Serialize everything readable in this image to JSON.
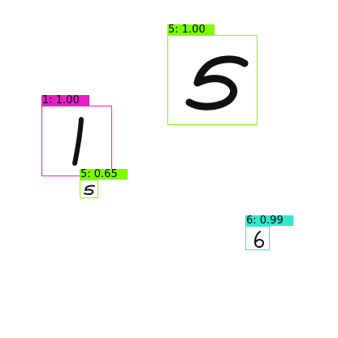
{
  "detections": [
    {
      "digit": "5",
      "label": "5: 1.00",
      "class": "5",
      "score": 1.0,
      "color": "#7cfc00"
    },
    {
      "digit": "1",
      "label": "1: 1.00",
      "class": "1",
      "score": 1.0,
      "color": "#e61ec8"
    },
    {
      "digit": "5",
      "label": "5: 0.65",
      "class": "5",
      "score": 0.65,
      "color": "#7cfc00"
    },
    {
      "digit": "6",
      "label": "6: 0.99",
      "class": "6",
      "score": 0.99,
      "color": "#30e8cc"
    }
  ]
}
